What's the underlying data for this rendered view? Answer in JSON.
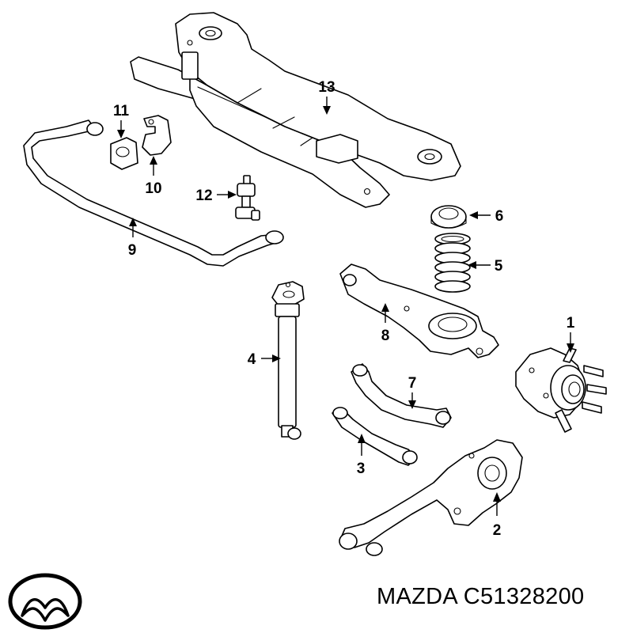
{
  "caption": "MAZDA C51328200",
  "brand_logo": "mazda-logo",
  "parts": [
    {
      "id": "hub",
      "number": "1"
    },
    {
      "id": "knuckle",
      "number": "2"
    },
    {
      "id": "lower-link",
      "number": "3"
    },
    {
      "id": "shock-absorber",
      "number": "4"
    },
    {
      "id": "coil-spring",
      "number": "5"
    },
    {
      "id": "spring-seat",
      "number": "6"
    },
    {
      "id": "upper-arm",
      "number": "7"
    },
    {
      "id": "lower-arm",
      "number": "8"
    },
    {
      "id": "stabilizer-bar",
      "number": "9"
    },
    {
      "id": "bushing-bracket",
      "number": "10"
    },
    {
      "id": "bushing",
      "number": "11"
    },
    {
      "id": "stabilizer-link",
      "number": "12"
    },
    {
      "id": "crossmember",
      "number": "13"
    }
  ]
}
